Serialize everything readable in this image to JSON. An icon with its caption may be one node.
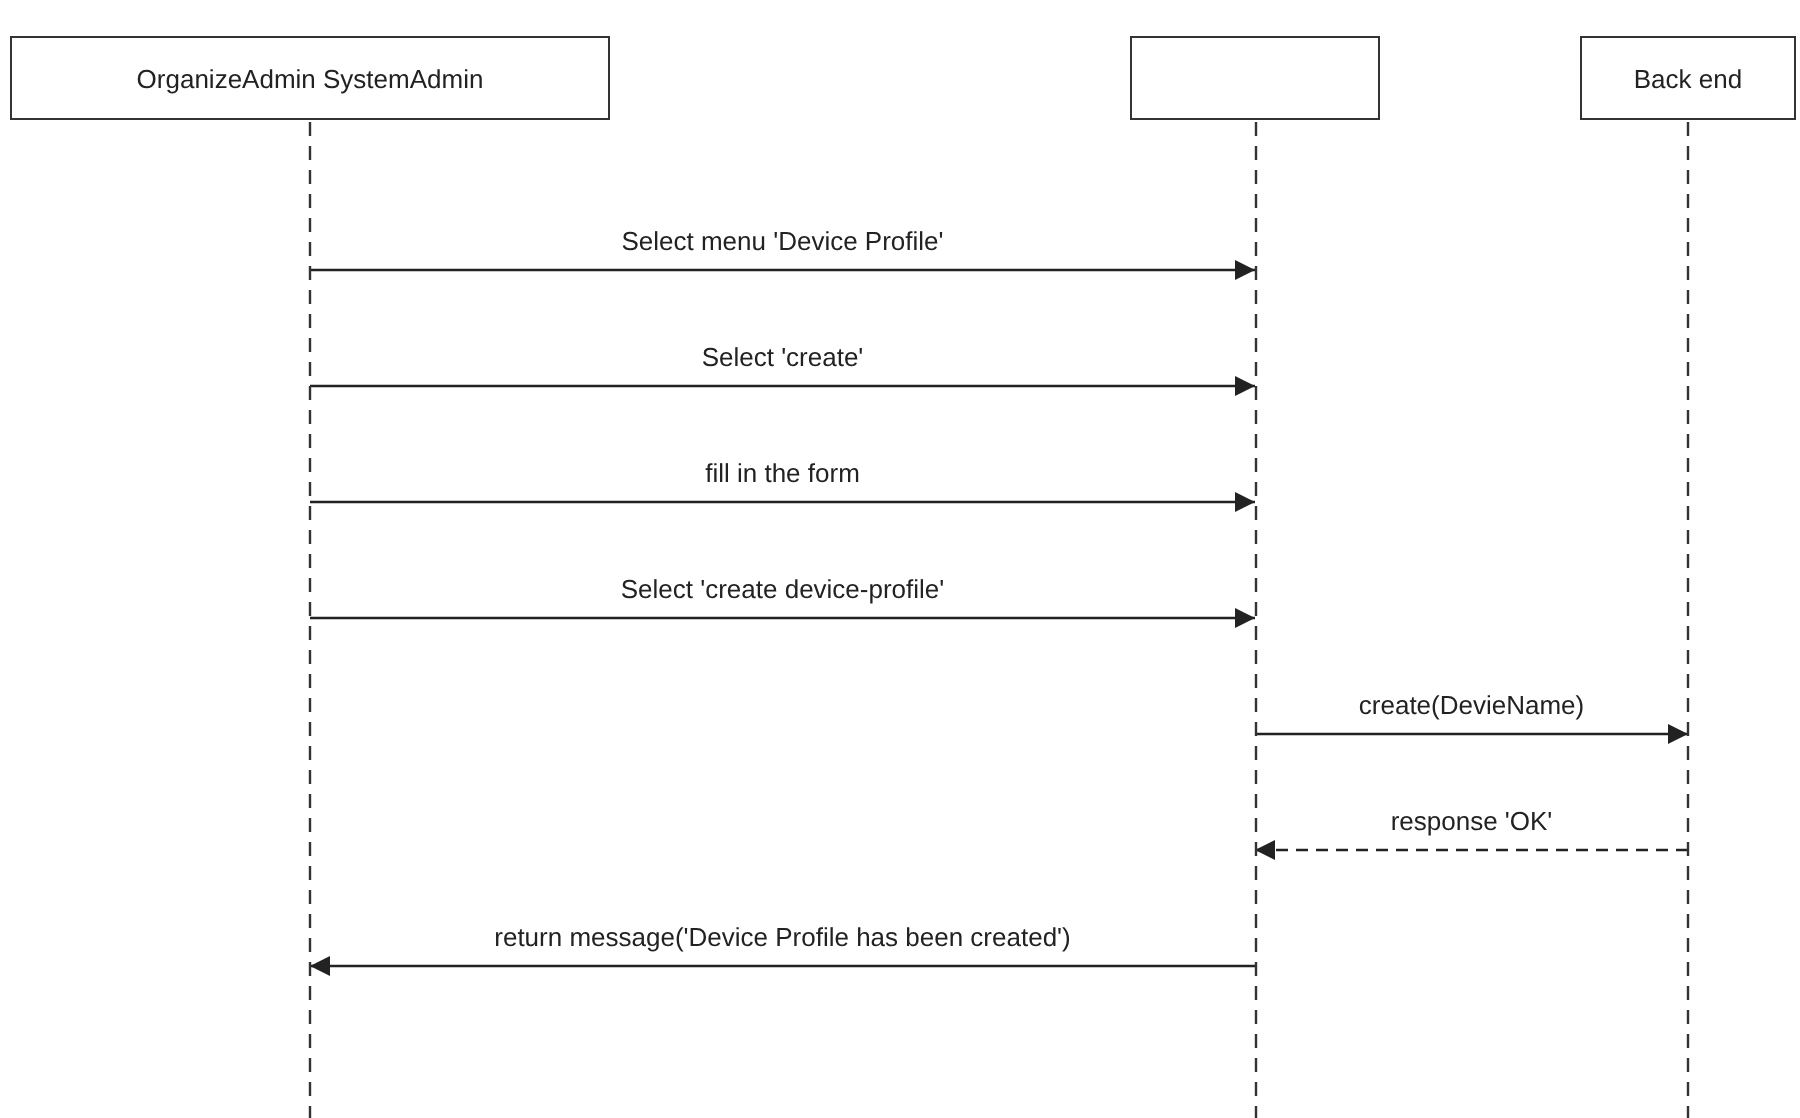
{
  "diagram": {
    "nodes": [
      {
        "text": [
          "OrganizeAdmin SystemAdmin"
        ]
      },
      {
        "text": [],
        "shape": "box"
      },
      {
        "text": [
          "Back end"
        ]
      }
    ],
    "edges": [
      {
        "from": 0,
        "to": 1,
        "arrow": "to",
        "label": "Select menu 'Device Profile'"
      },
      {
        "from": 0,
        "to": 1,
        "arrow": "to",
        "label": "Select 'create'"
      },
      {
        "from": 0,
        "to": 1,
        "arrow": "to",
        "label": "fill in the form"
      },
      {
        "from": 0,
        "to": 1,
        "arrow": "to",
        "label": "Select 'create device-profile'"
      },
      {
        "from": 1,
        "to": 2,
        "arrow": "to",
        "label": "create(DevieName)"
      },
      {
        "from": 2,
        "to": 1,
        "arrow": "to",
        "label": "response 'OK'",
        "style": "dashed"
      },
      {
        "from": 1,
        "to": 0,
        "arrow": "to",
        "label": "return message('Device Profile has been created')"
      }
    ]
  }
}
